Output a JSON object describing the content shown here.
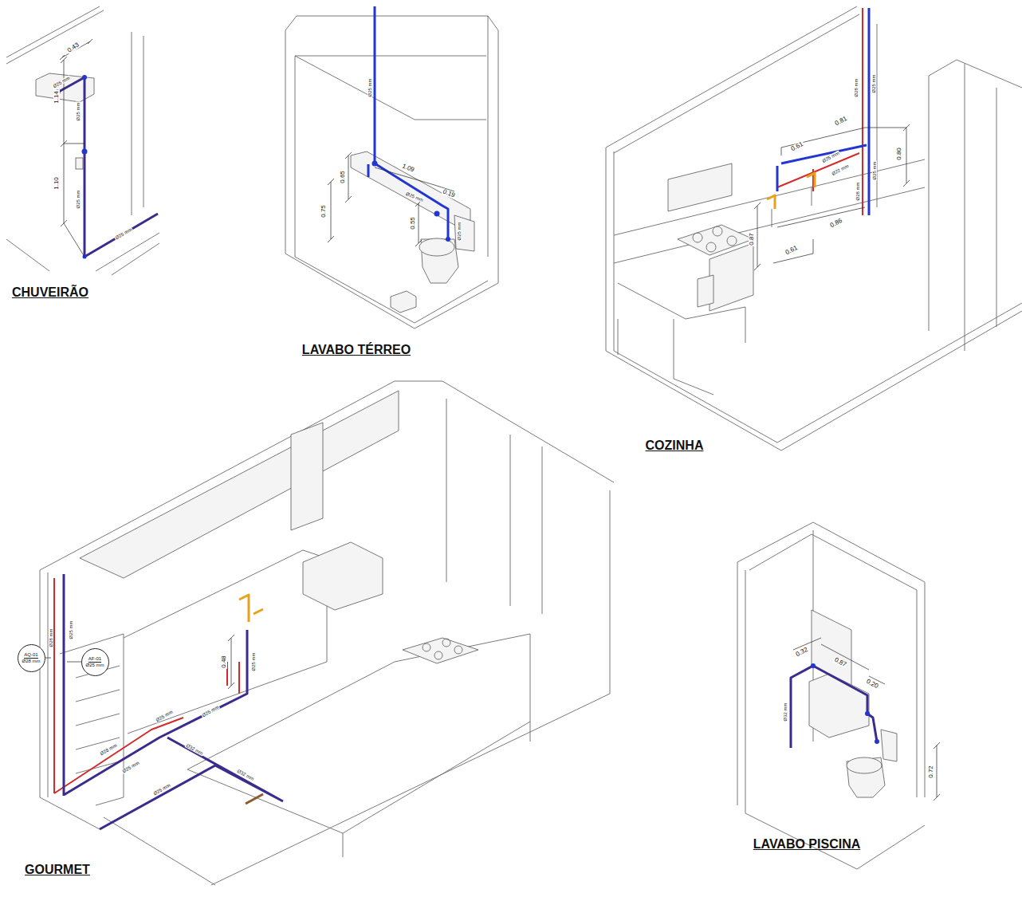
{
  "diagram": {
    "nodes": [
      {
        "text": [
          "AQ-01",
          "Ø28 mm"
        ]
      },
      {
        "text": [
          "AF-01",
          "Ø25 mm"
        ]
      }
    ],
    "labels": [
      "CHUVEIRÃO",
      "LAVABO TÉRREO",
      "COZINHA",
      "GOURMET",
      "LAVABO PISCINA",
      "0.43",
      "1.14",
      "1.10",
      "Ø25 mm",
      "Ø25 mm",
      "Ø25 mm",
      "Ø25 mm",
      "Ø25 mm",
      "0.65",
      "0.75",
      "1.09",
      "Ø25 mm",
      "0.19",
      "0.55",
      "Ø25 mm",
      "Ø28 mm",
      "Ø25 mm",
      "0.81",
      "0.61",
      "0.80",
      "Ø25 mm",
      "Ø22 mm",
      "Ø25 mm",
      "Ø28 mm",
      "0.87",
      "0.86",
      "0.61",
      "Ø28 mm",
      "Ø25 mm",
      "0.48",
      "Ø25 mm",
      "Ø25 mm",
      "Ø25 mm",
      "Ø28 mm",
      "Ø32 mm",
      "Ø25 mm",
      "Ø32 mm",
      "Ø25 mm",
      "0.32",
      "0.87",
      "0.20",
      "0.72",
      "Ø32 mm"
    ]
  }
}
